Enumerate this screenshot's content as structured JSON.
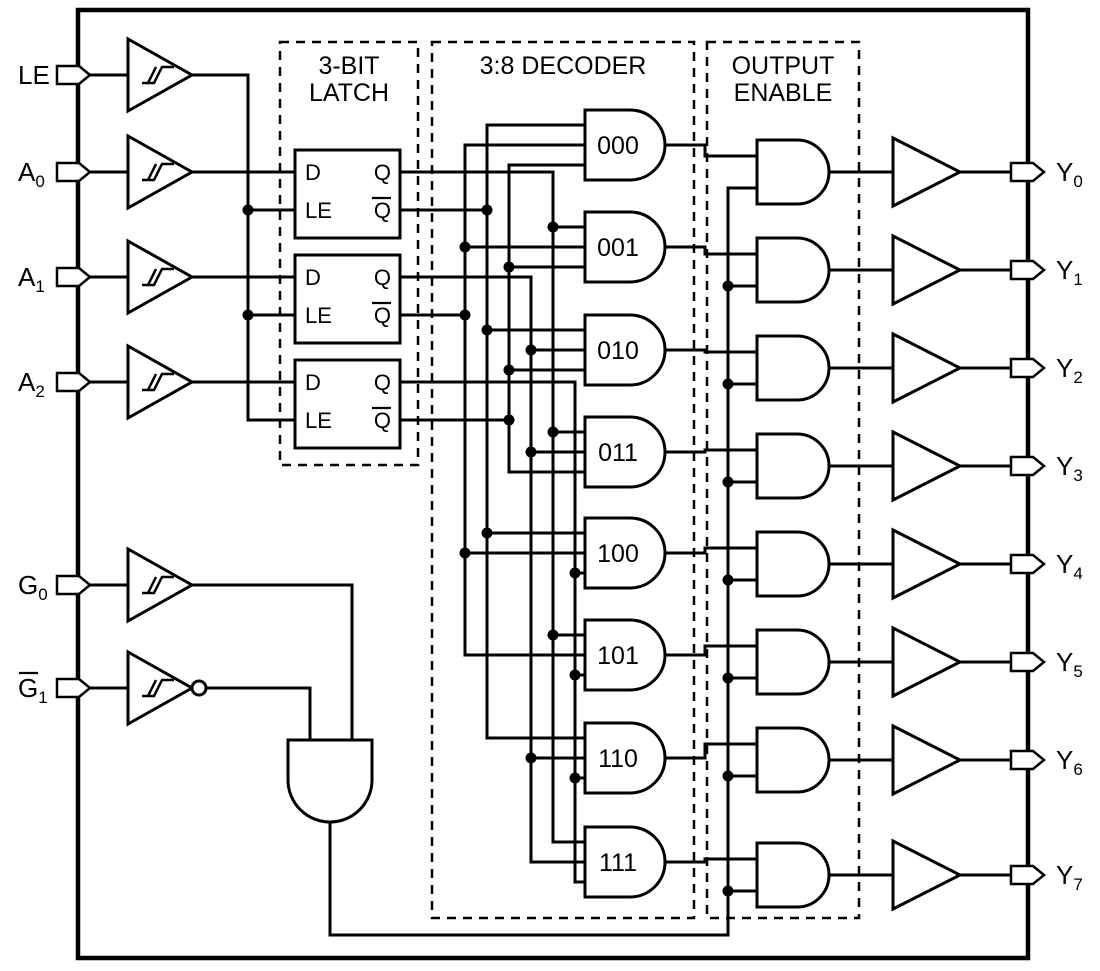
{
  "colors": {
    "line": "#000000",
    "background": "#ffffff"
  },
  "blocks": {
    "latch": {
      "title_line1": "3-BIT",
      "title_line2": "LATCH"
    },
    "decoder": {
      "title": "3:8 DECODER"
    },
    "output_enable": {
      "title_line1": "OUTPUT",
      "title_line2": "ENABLE"
    }
  },
  "inputs": {
    "le": {
      "base": "LE",
      "sub": ""
    },
    "a0": {
      "base": "A",
      "sub": "0"
    },
    "a1": {
      "base": "A",
      "sub": "1"
    },
    "a2": {
      "base": "A",
      "sub": "2"
    },
    "g0": {
      "base": "G",
      "sub": "0"
    },
    "g1": {
      "base": "G",
      "sub": "1"
    }
  },
  "outputs": [
    {
      "base": "Y",
      "sub": "0"
    },
    {
      "base": "Y",
      "sub": "1"
    },
    {
      "base": "Y",
      "sub": "2"
    },
    {
      "base": "Y",
      "sub": "3"
    },
    {
      "base": "Y",
      "sub": "4"
    },
    {
      "base": "Y",
      "sub": "5"
    },
    {
      "base": "Y",
      "sub": "6"
    },
    {
      "base": "Y",
      "sub": "7"
    }
  ],
  "latch_pins": {
    "d": "D",
    "q": "Q",
    "le": "LE",
    "qbar": "Q"
  },
  "decoder_gates": [
    "000",
    "001",
    "010",
    "011",
    "100",
    "101",
    "110",
    "111"
  ]
}
